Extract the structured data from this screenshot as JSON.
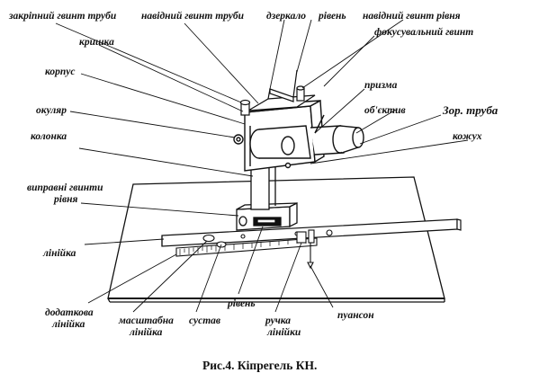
{
  "labels": {
    "tube_lock_screw": "закріпний гвинт труби",
    "tube_guide_screw": "навідний гвинт труби",
    "mirror": "дзеркало",
    "level_top": "рівень",
    "level_guide_screw": "навідний гвинт рівня",
    "cover": "кришка",
    "focusing_screw": "фокусувальний гвинт",
    "body": "корпус",
    "prism": "призма",
    "eyepiece": "окуляр",
    "objective": "об'єктив",
    "telescope": "Зор. труба",
    "column": "колонка",
    "casing": "кожух",
    "level_correction_screws_line1": "виправні гвинти",
    "level_correction_screws_line2": "рівня",
    "ruler": "лінійка",
    "extra_ruler_line1": "додаткова",
    "extra_ruler_line2": "лінійка",
    "scale_ruler_line1": "масштабна",
    "scale_ruler_line2": "лінійка",
    "joint": "сустав",
    "level_bottom": "рівень",
    "ruler_handle_line1": "ручка",
    "ruler_handle_line2": "лінійки",
    "punch": "пуансон"
  },
  "caption": "Рис.4. Кіпрегель КН."
}
